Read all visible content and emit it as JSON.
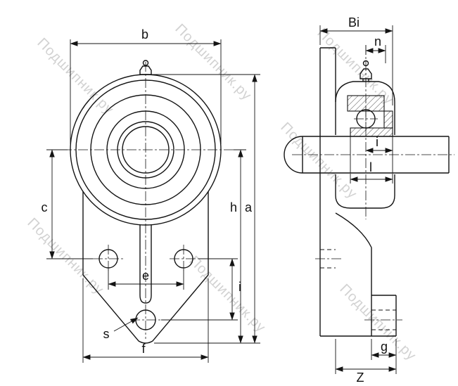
{
  "drawing": {
    "line_color": "#141414",
    "background": "#ffffff",
    "watermark_color": "#c8c8c8"
  },
  "watermark": {
    "text": "Подшипник.ру"
  },
  "front_view": {
    "dims": {
      "b": "b",
      "c": "c",
      "h": "h",
      "a": "a",
      "e": "e",
      "i": "i",
      "s": "s",
      "f": "f"
    }
  },
  "side_view": {
    "dims": {
      "Bi": "Bi",
      "n": "n",
      "i": "i",
      "l": "l",
      "g": "g",
      "Z": "Z"
    }
  }
}
